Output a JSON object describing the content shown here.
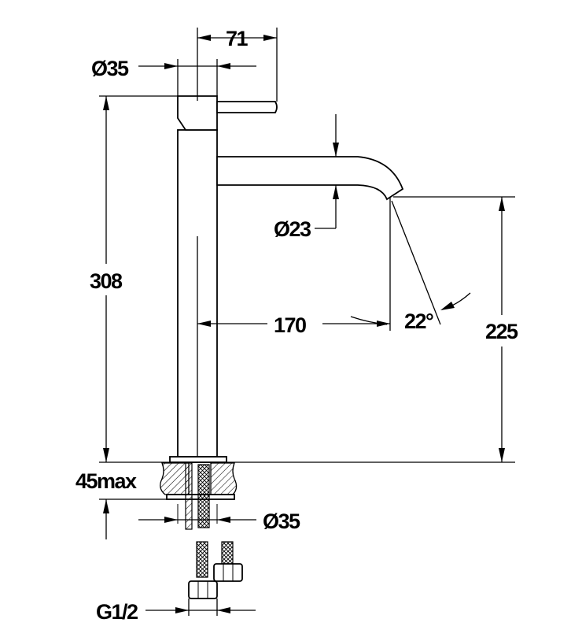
{
  "dimensions": {
    "handle_offset": "71",
    "top_diameter": "Ø35",
    "total_height": "308",
    "spout_diameter": "Ø23",
    "spout_reach": "170",
    "spout_angle": "22°",
    "spout_height": "225",
    "max_deck_thickness": "45max",
    "base_diameter": "Ø35",
    "connection_thread": "G1/2"
  }
}
